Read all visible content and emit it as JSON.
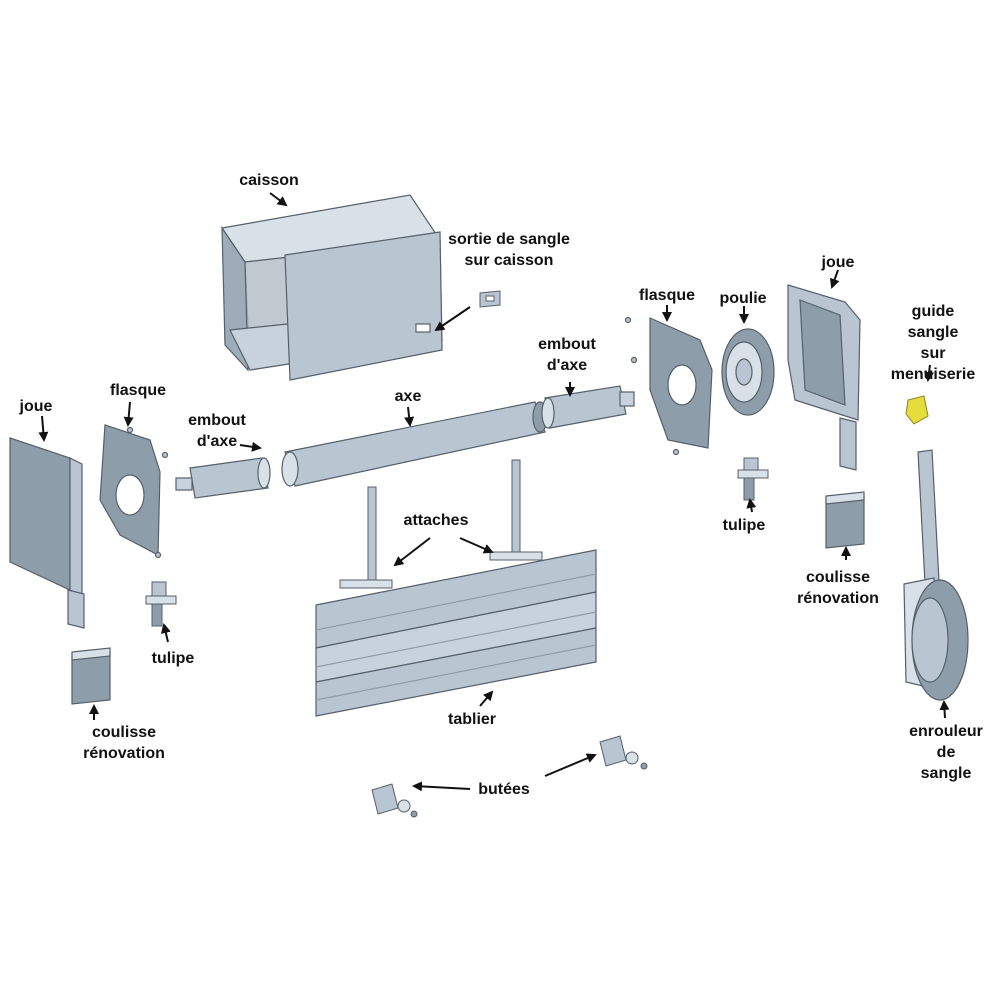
{
  "labels": {
    "caisson": "caisson",
    "sortie_sangle": "sortie de sangle\nsur caisson",
    "joue_left": "joue",
    "flasque_left": "flasque",
    "embout_left": "embout\nd'axe",
    "axe": "axe",
    "embout_right": "embout\nd'axe",
    "flasque_right": "flasque",
    "poulie": "poulie",
    "joue_right": "joue",
    "guide_sangle": "guide sangle\nsur\nmenuiserie",
    "attaches": "attaches",
    "tulipe_left": "tulipe",
    "tulipe_right": "tulipe",
    "coulisse_left": "coulisse\nrénovation",
    "coulisse_right": "coulisse\nrénovation",
    "tablier": "tablier",
    "butees": "butées",
    "enrouleur": "enrouleur\nde\nsangle"
  },
  "colors": {
    "part_fill": "#b9c6d2",
    "part_dark": "#8e9daa",
    "part_light": "#d9e1e8",
    "outline": "#55606a",
    "guide_yellow": "#e6dc3c",
    "arrow": "#111111"
  }
}
